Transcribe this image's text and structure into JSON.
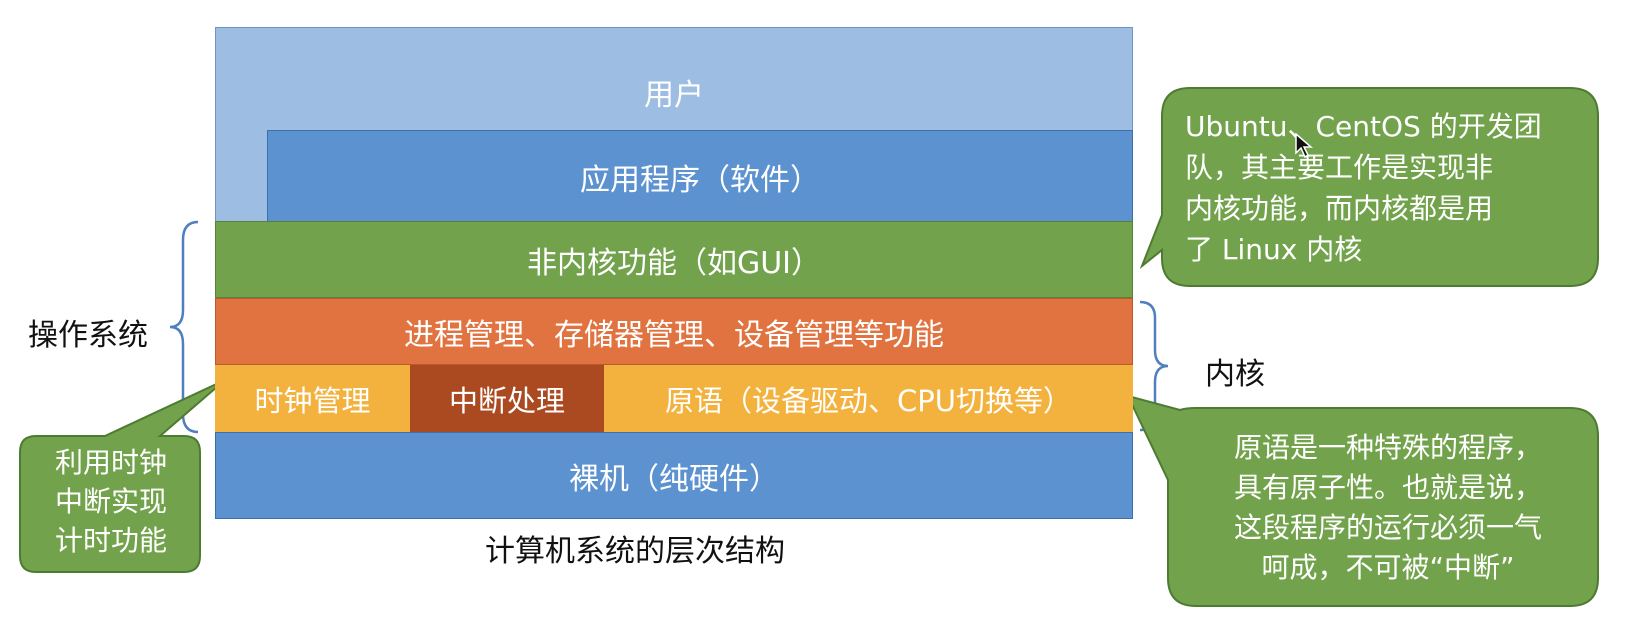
{
  "diagram": {
    "caption": "计算机系统的层次结构",
    "layers": {
      "user": "用户",
      "application": "应用程序（软件）",
      "non_kernel": "非内核功能（如GUI）",
      "process_mgmt": "进程管理、存储器管理、设备管理等功能",
      "clock": "时钟管理",
      "interrupt": "中断处理",
      "primitive": "原语（设备驱动、CPU切换等）",
      "bare_machine": "裸机（纯硬件）"
    },
    "brace_labels": {
      "os": "操作系统",
      "kernel": "内核"
    },
    "callouts": {
      "left": [
        "利用时钟",
        "中断实现",
        "计时功能"
      ],
      "top_right": [
        "Ubuntu、CentOS 的开发团",
        "队，其主要工作是实现非",
        "内核功能，而内核都是用",
        "了 Linux 内核"
      ],
      "bottom_right": [
        "原语是一种特殊的程序，",
        "具有原子性。也就是说，",
        "这段程序的运行必须一气",
        "呵成，不可被“中断”"
      ]
    },
    "colors": {
      "user": "#9dbde2",
      "application": "#5b92cf",
      "non_kernel": "#72a34c",
      "process_mgmt": "#e0733f",
      "clock": "#f3b23d",
      "interrupt": "#ab4a21",
      "bare_machine": "#5b92cf",
      "callout_fill": "#72a34c",
      "brace": "#4f7fbf"
    }
  }
}
